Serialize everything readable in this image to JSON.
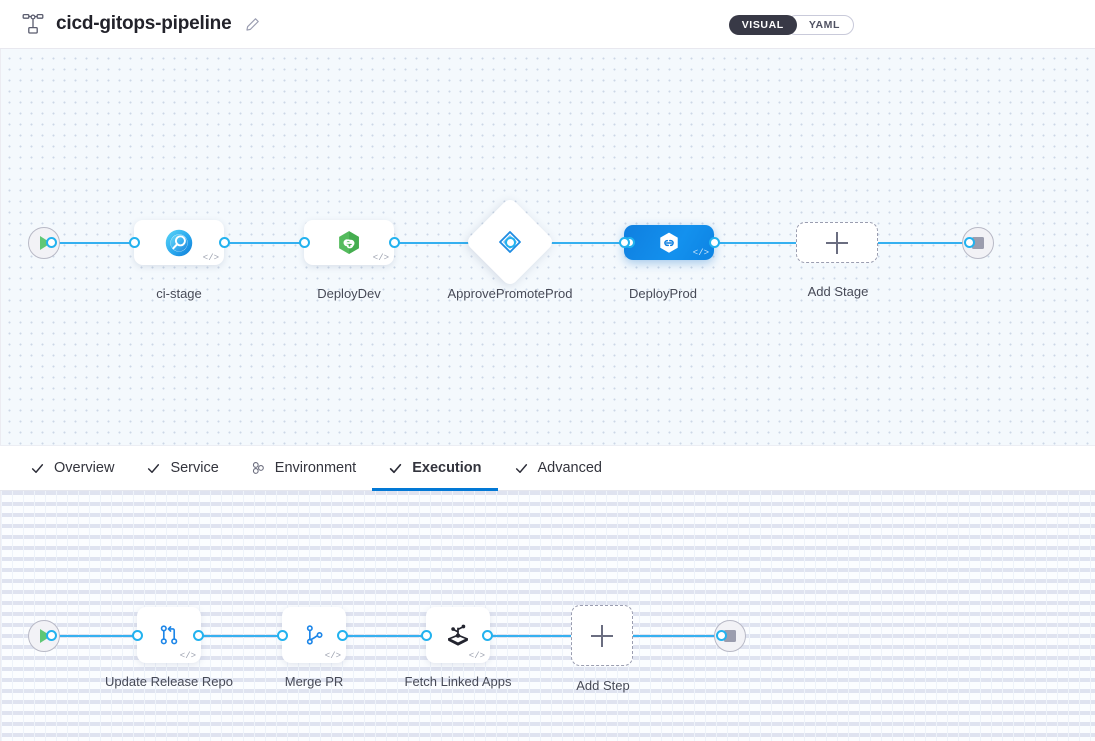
{
  "header": {
    "icon": "pipeline-hierarchy-icon",
    "title": "cicd-gitops-pipeline",
    "edit_icon": "pencil-edit-icon",
    "view_toggle": {
      "visual_label": "VISUAL",
      "yaml_label": "YAML",
      "selected": "VISUAL"
    }
  },
  "colors": {
    "accent": "#0278d5",
    "edge": "#35b0f0",
    "port_stroke": "#22b2ef",
    "selected_node": "#0f7fe0",
    "canvas_stages_bg": "#f4f9fd",
    "canvas_steps_bg": "#fbfdff",
    "label_text": "#474a57",
    "toggle_active_bg": "#383946",
    "start_play": "#5fc775",
    "stop_square": "#9b9dae"
  },
  "stage_canvas": {
    "start_node": {
      "name": "pipeline-start",
      "icon": "play-icon"
    },
    "end_node": {
      "name": "pipeline-end",
      "icon": "stop-icon"
    },
    "stages": [
      {
        "id": "ci-stage",
        "label": "ci-stage",
        "icon": "ci-build-icon",
        "type": "card",
        "selected": false,
        "code_badge": "</>"
      },
      {
        "id": "deploy-dev",
        "label": "DeployDev",
        "icon": "cd-hexagon-icon",
        "type": "card",
        "selected": false,
        "code_badge": "</>"
      },
      {
        "id": "approve-promote-prod",
        "label": "ApprovePromoteProd",
        "icon": "approval-diamond-icon",
        "type": "diamond",
        "selected": false,
        "code_badge": ""
      },
      {
        "id": "deploy-prod",
        "label": "DeployProd",
        "icon": "cd-hexagon-icon",
        "type": "card",
        "selected": true,
        "code_badge": "</>"
      }
    ],
    "add_stage": {
      "label": "Add Stage",
      "icon": "plus-icon"
    }
  },
  "tabs": [
    {
      "id": "overview",
      "label": "Overview",
      "icon": "check-icon",
      "active": false
    },
    {
      "id": "service",
      "label": "Service",
      "icon": "check-icon",
      "active": false
    },
    {
      "id": "environment",
      "label": "Environment",
      "icon": "environment-icon",
      "active": false
    },
    {
      "id": "execution",
      "label": "Execution",
      "icon": "check-icon",
      "active": true
    },
    {
      "id": "advanced",
      "label": "Advanced",
      "icon": "check-icon",
      "active": false
    }
  ],
  "step_canvas": {
    "start_node": {
      "name": "execution-start",
      "icon": "play-icon"
    },
    "end_node": {
      "name": "execution-end",
      "icon": "stop-icon"
    },
    "steps": [
      {
        "id": "update-release-repo",
        "label": "Update Release Repo",
        "icon": "git-update-repo-icon",
        "code_badge": "</>"
      },
      {
        "id": "merge-pr",
        "label": "Merge PR",
        "icon": "git-merge-icon",
        "code_badge": "</>"
      },
      {
        "id": "fetch-linked-apps",
        "label": "Fetch Linked Apps",
        "icon": "harness-fetch-icon",
        "code_badge": "</>"
      }
    ],
    "add_step": {
      "label": "Add Step",
      "icon": "plus-icon"
    }
  }
}
